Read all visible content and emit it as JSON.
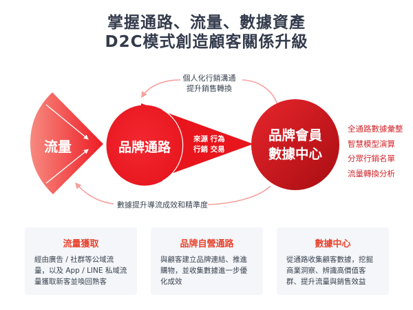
{
  "title": {
    "line1": "掌握通路、流量、數據資產",
    "line2": "D2C模式創造顧客關係升級"
  },
  "diagram": {
    "traffic_label": "流量",
    "brand_channel_label": "品牌通路",
    "funnel_caption_line1": "來源 行為",
    "funnel_caption_line2": "行銷 交易",
    "member_center_line1": "品牌會員",
    "member_center_line2": "數據中心",
    "top_caption_line1": "個人化行銷溝通",
    "top_caption_line2": "提升銷售轉換",
    "bottom_caption": "數據提升導流成效和精準度",
    "data_center_features": [
      "全通路數據彙整",
      "智慧模型演算",
      "分眾行銷名單",
      "流量轉換分析"
    ]
  },
  "cards": [
    {
      "heading": "流量獲取",
      "body": "經由廣告 / 社群等公域流量，以及 App / LINE 私域流量獲取新客並喚回熟客"
    },
    {
      "heading": "品牌自營通路",
      "body": "與顧客建立品牌連結、推進購物，並收集數據進一步優化成效"
    },
    {
      "heading": "數據中心",
      "body": "從通路收集顧客數據，挖掘商業洞察、辨識高價值客群、提升流量與銷售效益"
    }
  ],
  "colors": {
    "brand_red": "#ee1b23",
    "dark_red": "#a90d13",
    "pink_arrow": "#f5a09d",
    "heading_red": "#e8432e",
    "feature_red": "#d2262c",
    "text_navy": "#333b4c",
    "card_bg": "#f4f6f9"
  }
}
